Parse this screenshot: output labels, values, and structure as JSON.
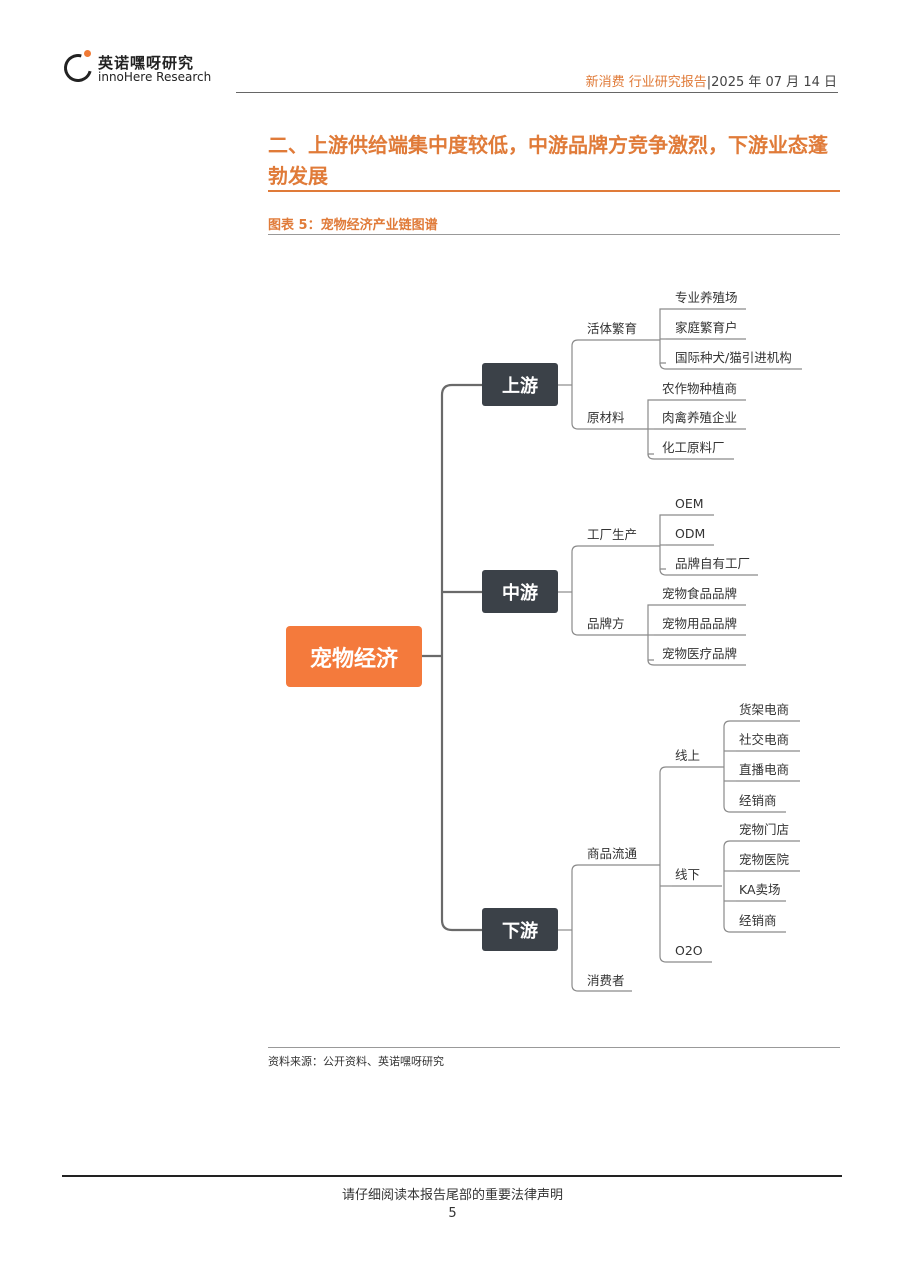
{
  "header": {
    "logo_cn": "英诺嘿呀研究",
    "logo_en": "innoHere Research",
    "category": "新消费 行业研究报告",
    "date": "|2025 年 07 月 14 日"
  },
  "section": {
    "title": "二、上游供给端集中度较低，中游品牌方竞争激烈，下游业态蓬勃发展"
  },
  "figure": {
    "title": "图表 5：宠物经济产业链图谱",
    "root": "宠物经济",
    "upstream": {
      "label": "上游",
      "group1": "活体繁育",
      "group1_items": [
        "专业养殖场",
        "家庭繁育户",
        "国际种犬/猫引进机构"
      ],
      "group2": "原材料",
      "group2_items": [
        "农作物种植商",
        "肉禽养殖企业",
        "化工原料厂"
      ]
    },
    "midstream": {
      "label": "中游",
      "group1": "工厂生产",
      "group1_items": [
        "OEM",
        "ODM",
        "品牌自有工厂"
      ],
      "group2": "品牌方",
      "group2_items": [
        "宠物食品品牌",
        "宠物用品品牌",
        "宠物医疗品牌"
      ]
    },
    "downstream": {
      "label": "下游",
      "group1": "商品流通",
      "online": "线上",
      "online_items": [
        "货架电商",
        "社交电商",
        "直播电商",
        "经销商"
      ],
      "offline": "线下",
      "offline_items": [
        "宠物门店",
        "宠物医院",
        "KA卖场",
        "经销商"
      ],
      "o2o": "O2O",
      "group2": "消费者"
    },
    "source": "资料来源：公开资料、英诺嘿呀研究"
  },
  "footer": {
    "notice": "请仔细阅读本报告尾部的重要法律声明",
    "page": "5"
  },
  "colors": {
    "accent": "#e07b39",
    "root_box": "#f47a3c",
    "stage_box": "#3b4148"
  }
}
